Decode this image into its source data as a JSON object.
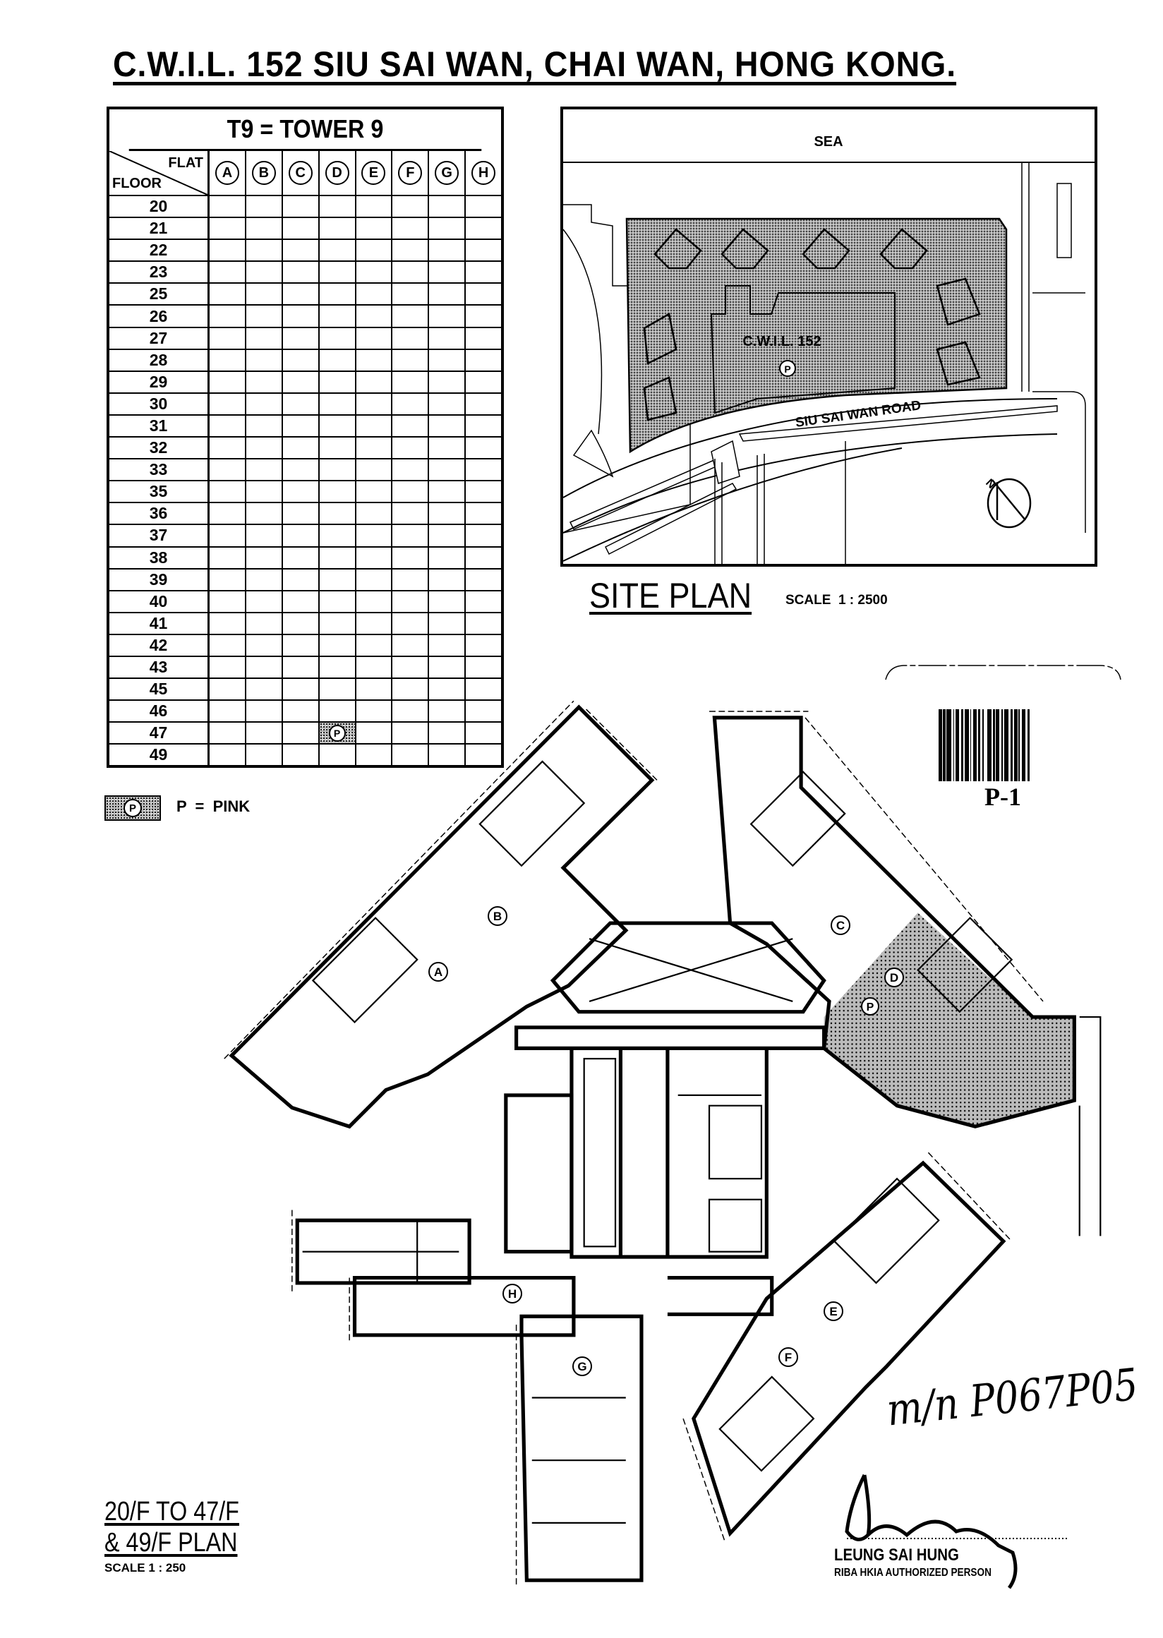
{
  "title": "C.W.I.L. 152 SIU SAI WAN, CHAI WAN, HONG KONG.",
  "table": {
    "heading": "T9 = TOWER 9",
    "flat_label": "FLAT",
    "floor_label": "FLOOR",
    "flats": [
      "A",
      "B",
      "C",
      "D",
      "E",
      "F",
      "G",
      "H"
    ],
    "floors": [
      "20",
      "21",
      "22",
      "23",
      "25",
      "26",
      "27",
      "28",
      "29",
      "30",
      "31",
      "32",
      "33",
      "35",
      "36",
      "37",
      "38",
      "39",
      "40",
      "41",
      "42",
      "43",
      "45",
      "46",
      "47",
      "49"
    ],
    "marks": [
      {
        "floor": "47",
        "flat": "D",
        "label": "P"
      }
    ]
  },
  "legend": {
    "symbol": "P",
    "text": "P  =  PINK"
  },
  "site_plan": {
    "title": "SITE PLAN",
    "scale": "SCALE  1 : 2500",
    "sea_label": "SEA",
    "lot_label": "C.W.I.L. 152",
    "lot_marker": "P",
    "road_label": "SIU SAI WAN ROAD",
    "north_label": "N"
  },
  "barcode_label": "P-1",
  "floor_plan": {
    "title_line1": "20/F TO 47/F",
    "title_line2": "& 49/F PLAN",
    "scale": "SCALE 1 : 250",
    "flat_labels": [
      "A",
      "B",
      "C",
      "D",
      "E",
      "F",
      "G",
      "H"
    ],
    "pink_marker": "P"
  },
  "handwritten_note": "m/n P067P05",
  "signature": {
    "name": "LEUNG SAI HUNG",
    "title": "RIBA HKIA AUTHORIZED PERSON"
  }
}
